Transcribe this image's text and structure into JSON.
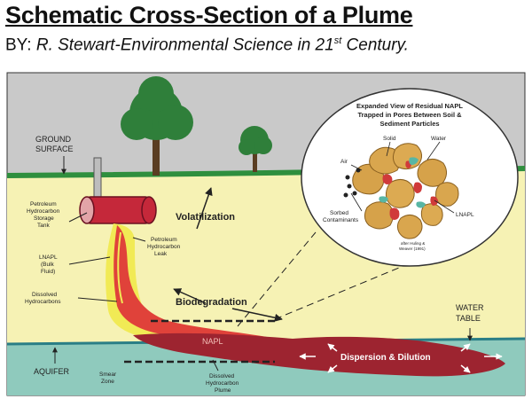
{
  "header": {
    "title": "Schematic Cross-Section of a Plume",
    "byline_prefix": "BY: ",
    "byline_author": "R. Stewart-Environmental Science in 21",
    "byline_sup": "st",
    "byline_suffix": " Century."
  },
  "labels": {
    "ground_surface": [
      "GROUND",
      "SURFACE"
    ],
    "storage_tank": [
      "Petroleum",
      "Hydrocarbon",
      "Storage",
      "Tank"
    ],
    "lnapl_bulk": [
      "LNAPL",
      "(Bulk",
      "Fluid)"
    ],
    "dissolved_hc": [
      "Dissolved",
      "Hydrocarbons"
    ],
    "volatilization": "Volatilization",
    "leak": [
      "Petroleum",
      "Hydrocarbon",
      "Leak"
    ],
    "biodegradation": "Biodegradation",
    "napl": "NAPL",
    "water_table": [
      "WATER",
      "TABLE"
    ],
    "aquifer": "AQUIFER",
    "smear_zone": [
      "Smear",
      "Zone"
    ],
    "dissolved_plume": [
      "Dissolved",
      "Hydrocarbon",
      "Plume"
    ],
    "dispersion": "Dispersion & Dilution"
  },
  "inset": {
    "title": [
      "Expanded View of Residual NAPL",
      "Trapped in Pores Between Soil &",
      "Sediment Particles"
    ],
    "solid": "Solid",
    "water": "Water",
    "air": "Air",
    "sorbed": [
      "Sorbed",
      "Contaminants"
    ],
    "lnapl": "LNAPL",
    "footnote": [
      "after Huling &",
      "Weaver (1991)"
    ]
  },
  "colors": {
    "sky": "#c9c9c9",
    "soil": "#f6f2b4",
    "grass": "#2f8f3e",
    "aquifer": "#8fcabd",
    "napl": "#e0423a",
    "plume": "#9d2430",
    "lnapl_yellow": "#f1ea55",
    "tank": "#c5283a"
  }
}
